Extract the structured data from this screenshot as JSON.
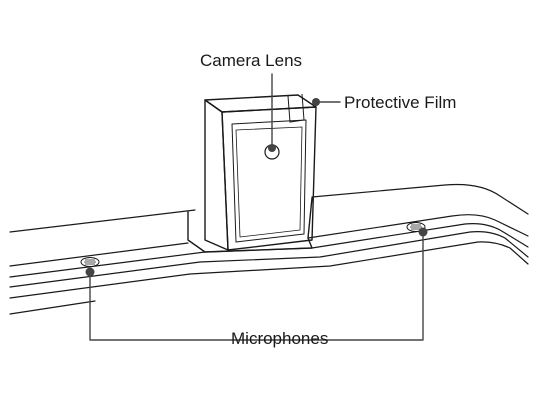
{
  "labels": {
    "camera_lens": "Camera Lens",
    "protective_film": "Protective Film",
    "microphones": "Microphones"
  },
  "colors": {
    "stroke": "#1a1a1a",
    "leader": "#444444",
    "lens_fill": "#ffffff",
    "background": "#ffffff"
  }
}
